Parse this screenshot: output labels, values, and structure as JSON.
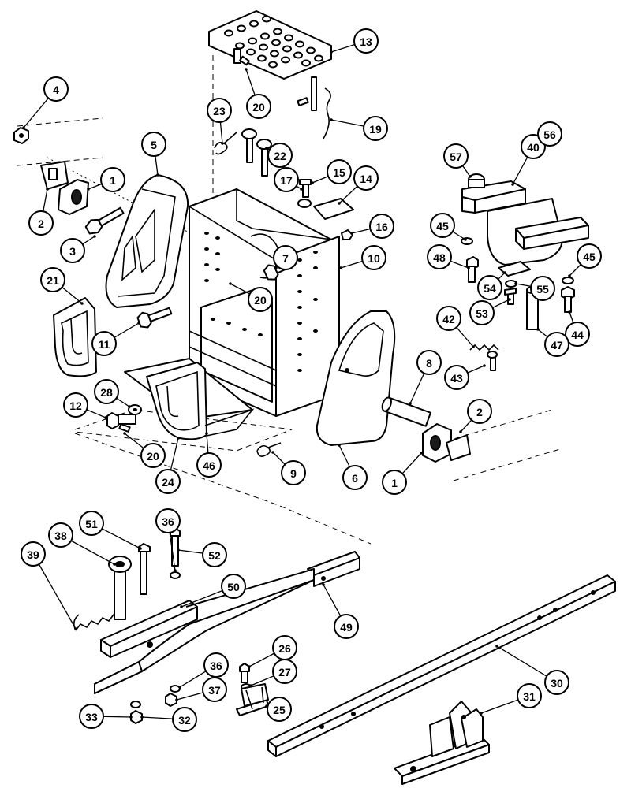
{
  "callouts": [
    {
      "id": "c1a",
      "label": "1"
    },
    {
      "id": "c1b",
      "label": "1"
    },
    {
      "id": "c2a",
      "label": "2"
    },
    {
      "id": "c2b",
      "label": "2"
    },
    {
      "id": "c3",
      "label": "3"
    },
    {
      "id": "c4",
      "label": "4"
    },
    {
      "id": "c5",
      "label": "5"
    },
    {
      "id": "c6",
      "label": "6"
    },
    {
      "id": "c7",
      "label": "7"
    },
    {
      "id": "c8",
      "label": "8"
    },
    {
      "id": "c9",
      "label": "9"
    },
    {
      "id": "c10",
      "label": "10"
    },
    {
      "id": "c11",
      "label": "11"
    },
    {
      "id": "c12",
      "label": "12"
    },
    {
      "id": "c13",
      "label": "13"
    },
    {
      "id": "c14",
      "label": "14"
    },
    {
      "id": "c15",
      "label": "15"
    },
    {
      "id": "c16",
      "label": "16"
    },
    {
      "id": "c17",
      "label": "17"
    },
    {
      "id": "c19",
      "label": "19"
    },
    {
      "id": "c20a",
      "label": "20"
    },
    {
      "id": "c20b",
      "label": "20"
    },
    {
      "id": "c20c",
      "label": "20"
    },
    {
      "id": "c21",
      "label": "21"
    },
    {
      "id": "c22",
      "label": "22"
    },
    {
      "id": "c23",
      "label": "23"
    },
    {
      "id": "c24",
      "label": "24"
    },
    {
      "id": "c25",
      "label": "25"
    },
    {
      "id": "c26",
      "label": "26"
    },
    {
      "id": "c27",
      "label": "27"
    },
    {
      "id": "c28",
      "label": "28"
    },
    {
      "id": "c30",
      "label": "30"
    },
    {
      "id": "c31",
      "label": "31"
    },
    {
      "id": "c32",
      "label": "32"
    },
    {
      "id": "c33",
      "label": "33"
    },
    {
      "id": "c36a",
      "label": "36"
    },
    {
      "id": "c36b",
      "label": "36"
    },
    {
      "id": "c37",
      "label": "37"
    },
    {
      "id": "c38",
      "label": "38"
    },
    {
      "id": "c39",
      "label": "39"
    },
    {
      "id": "c40",
      "label": "40"
    },
    {
      "id": "c42",
      "label": "42"
    },
    {
      "id": "c43",
      "label": "43"
    },
    {
      "id": "c44",
      "label": "44"
    },
    {
      "id": "c45a",
      "label": "45"
    },
    {
      "id": "c45b",
      "label": "45"
    },
    {
      "id": "c46",
      "label": "46"
    },
    {
      "id": "c47",
      "label": "47"
    },
    {
      "id": "c48",
      "label": "48"
    },
    {
      "id": "c49",
      "label": "49"
    },
    {
      "id": "c50",
      "label": "50"
    },
    {
      "id": "c51",
      "label": "51"
    },
    {
      "id": "c52",
      "label": "52"
    },
    {
      "id": "c53",
      "label": "53"
    },
    {
      "id": "c54",
      "label": "54"
    },
    {
      "id": "c55",
      "label": "55"
    },
    {
      "id": "c56",
      "label": "56"
    },
    {
      "id": "c57",
      "label": "57"
    }
  ]
}
